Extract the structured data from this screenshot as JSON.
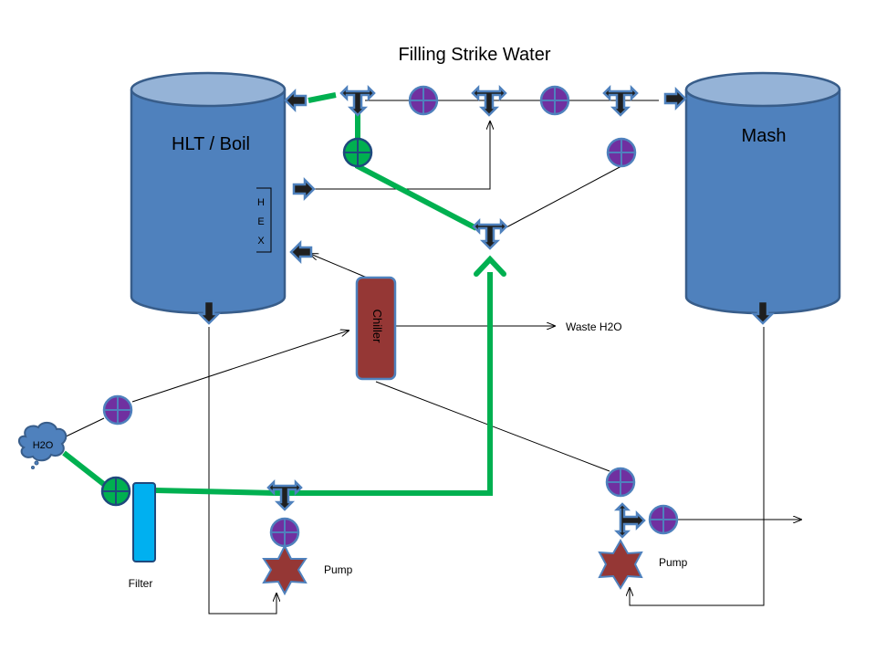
{
  "title": "Filling Strike Water",
  "vessels": {
    "hlt_label": "HLT / Boil",
    "mash_label": "Mash",
    "hex_letters": [
      "H",
      "E",
      "X"
    ]
  },
  "components": {
    "chiller_label": "Chiller",
    "waste_label": "Waste H2O",
    "source_label": "H2O",
    "filter_label": "Filter",
    "pump_left_label": "Pump",
    "pump_right_label": "Pump"
  },
  "colors": {
    "vessel_fill": "#4f81bd",
    "vessel_top": "#95b3d7",
    "vessel_stroke": "#385d8a",
    "active_line": "#00b050",
    "valve_closed": "#7030a0",
    "valve_open": "#00b050",
    "chiller": "#953735",
    "pump": "#953735",
    "filter": "#00b0f0",
    "fitting": "#1f1f1f"
  }
}
